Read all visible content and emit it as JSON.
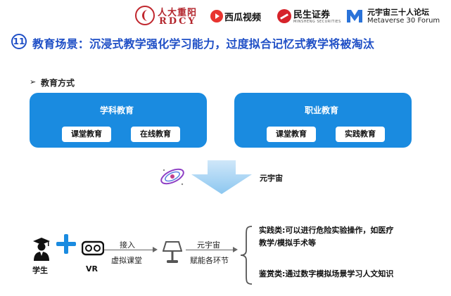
{
  "header": {
    "logos": {
      "rdcy_cn": "人大重阳",
      "rdcy_en": "RDCY",
      "xigua": "西瓜视频",
      "minsheng": "民生证券",
      "minsheng_en": "MINSHENG SECURITIES",
      "metaverse_cn": "元宇宙三十人论坛",
      "metaverse_en": "Metaverse 30 Forum"
    },
    "title_number": "11",
    "title": "教育场景：沉浸式教学强化学习能力，过度拟合记忆式教学将被淘汰"
  },
  "section": {
    "bullet": "➢",
    "label": "教育方式"
  },
  "panels": [
    {
      "title": "学科教育",
      "items": [
        "课堂教育",
        "在线教育"
      ]
    },
    {
      "title": "职业教育",
      "items": [
        "课堂教育",
        "实践教育"
      ]
    }
  ],
  "metaverse_label": "元宇宙",
  "flow": {
    "student_label": "学生",
    "vr_label": "VR",
    "step1_top": "接入",
    "step1_bottom": "虚拟课堂",
    "step2_top": "元宇宙",
    "step2_bottom": "赋能各环节"
  },
  "details": {
    "practice_line1": "实践类:可以进行危险实验操作，如医疗",
    "practice_line2": "教学/模拟手术等",
    "appreciation": "鉴赏类:通过数字模拟场景学习人文知识"
  },
  "colors": {
    "title_blue": "#1f4fc6",
    "panel_blue": "#1a8be0",
    "arrow_light": "#a9d6f5"
  }
}
